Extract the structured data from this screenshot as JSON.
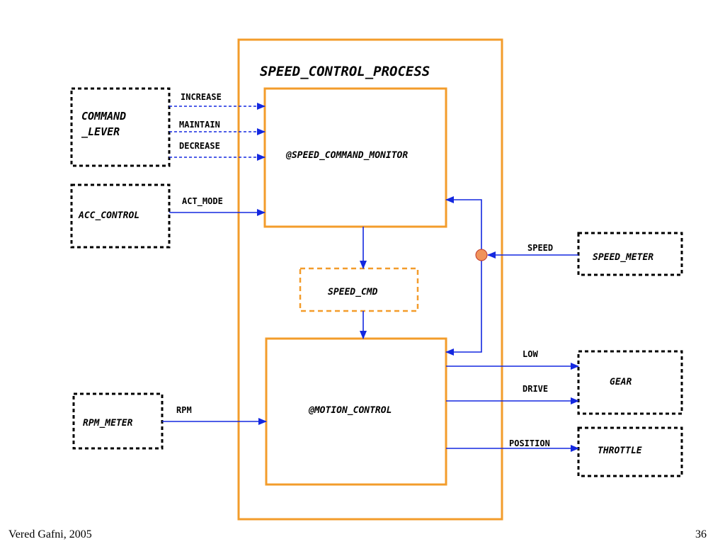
{
  "diagram": {
    "title": "SPEED_CONTROL_PROCESS",
    "colors": {
      "process": "#f39c2b",
      "flow": "#1428e0",
      "external": "#000000",
      "junction": "#f0935a"
    },
    "processes": {
      "speed_command_monitor": "@SPEED_COMMAND_MONITOR",
      "motion_control": "@MOTION_CONTROL"
    },
    "data_store": "SPEED_CMD",
    "externals": {
      "command_lever_line1": "COMMAND",
      "command_lever_line2": "_LEVER",
      "acc_control": "ACC_CONTROL",
      "rpm_meter": "RPM_METER",
      "speed_meter": "SPEED_METER",
      "gear": "GEAR",
      "throttle": "THROTTLE"
    },
    "flows": {
      "increase": "INCREASE",
      "maintain": "MAINTAIN",
      "decrease": "DECREASE",
      "act_mode": "ACT_MODE",
      "rpm": "RPM",
      "speed": "SPEED",
      "low": "LOW",
      "drive": "DRIVE",
      "position": "POSITION"
    }
  },
  "footer": {
    "author": "Vered Gafni, 2005",
    "page_number": "36"
  }
}
